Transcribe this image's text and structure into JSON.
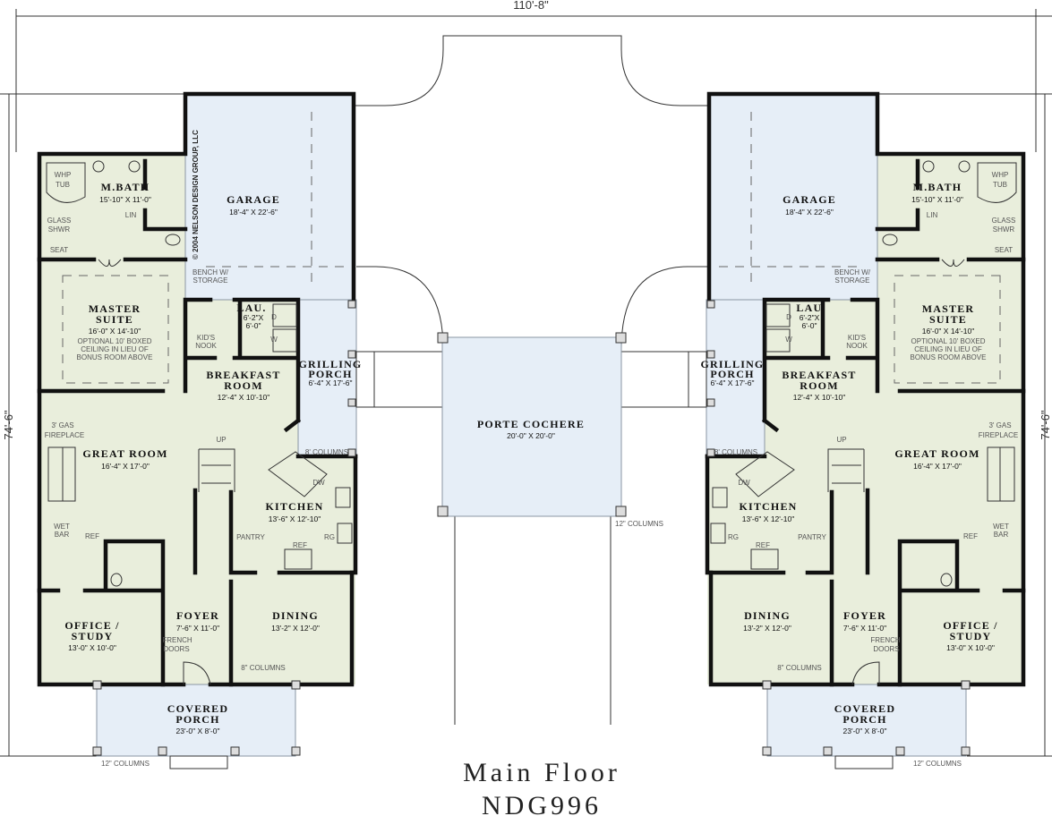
{
  "title": {
    "line1": "Main Floor",
    "line2": "NDG996"
  },
  "dimensions": {
    "width": "110'-8\"",
    "depth": "74'-6\""
  },
  "copyright": "© 2004 NELSON DESIGN GROUP, LLC",
  "colors": {
    "living": "#e9eedc",
    "exterior_covered": "#e6eef7",
    "walls": "#111111"
  },
  "porte_cochere": {
    "name": "PORTE COCHERE",
    "size": "20'-0\" X 20'-0\"",
    "columns": "12\" COLUMNS"
  },
  "rooms": {
    "mbath": {
      "name": "M.BATH",
      "size": "15'-10\" X 11'-0\""
    },
    "garage": {
      "name": "GARAGE",
      "size": "18'-4\" X 22'-6\""
    },
    "master": {
      "name1": "MASTER",
      "name2": "SUITE",
      "size": "16'-0\" X 14'-10\"",
      "note1": "OPTIONAL 10' BOXED",
      "note2": "CEILING IN LIEU OF",
      "note3": "BONUS ROOM ABOVE"
    },
    "lau": {
      "name": "LAU.",
      "size1": "6'-2\"X",
      "size2": "6'-0\""
    },
    "breakfast": {
      "name1": "BREAKFAST",
      "name2": "ROOM",
      "size": "12'-4\" X 10'-10\""
    },
    "grilling": {
      "name1": "GRILLING",
      "name2": "PORCH",
      "size": "6'-4\" X 17'-6\""
    },
    "great": {
      "name": "GREAT ROOM",
      "size": "16'-4\" X 17'-0\""
    },
    "kitchen": {
      "name": "KITCHEN",
      "size": "13'-6\" X 12'-10\""
    },
    "foyer": {
      "name": "FOYER",
      "size": "7'-6\" X 11'-0\""
    },
    "dining": {
      "name": "DINING",
      "size": "13'-2\" X 12'-0\""
    },
    "office": {
      "name1": "OFFICE /",
      "name2": "STUDY",
      "size": "13'-0\" X 10'-0\""
    },
    "porch": {
      "name1": "COVERED",
      "name2": "PORCH",
      "size": "23'-0\" X 8'-0\""
    }
  },
  "labels": {
    "whp1": "WHP",
    "whp2": "TUB",
    "glass1": "GLASS",
    "glass2": "SHWR",
    "seat": "SEAT",
    "lin": "LIN",
    "bench1": "BENCH W/",
    "bench2": "STORAGE",
    "kids1": "KID'S",
    "kids2": "NOOK",
    "d": "D",
    "w": "W",
    "fire1": "3' GAS",
    "fire2": "FIREPLACE",
    "up": "UP",
    "dw": "DW",
    "wet1": "WET",
    "wet2": "BAR",
    "ref": "REF",
    "rg": "RG",
    "pantry": "PANTRY",
    "french1": "FRENCH",
    "french2": "DOORS",
    "col8in": "8\" COLUMNS",
    "col8ft": "8' COLUMNS",
    "col12": "12\" COLUMNS"
  }
}
